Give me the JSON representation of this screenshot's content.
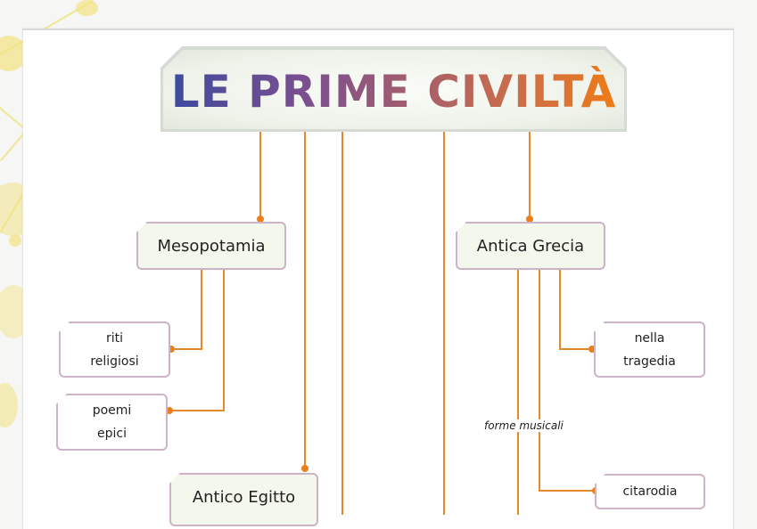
{
  "title": "LE PRIME CIVILTÀ",
  "colors": {
    "title_gradient_start": "#3e4a9e",
    "title_gradient_end": "#ee7b16",
    "connector": "#e5892a",
    "node_border": "#cdb3c8",
    "main_node_fill": "#f4f7ec"
  },
  "nodes": {
    "mesopotamia": "Mesopotamia",
    "antica_grecia": "Antica Grecia",
    "antico_egitto": "Antico Egitto",
    "riti_religiosi": [
      "riti",
      "religiosi"
    ],
    "poemi_epici": [
      "poemi",
      "epici"
    ],
    "nella_tragedia": [
      "nella",
      "tragedia"
    ],
    "citarodia": "citarodia"
  },
  "edge_labels": {
    "forme_musicali": "forme musicali"
  }
}
